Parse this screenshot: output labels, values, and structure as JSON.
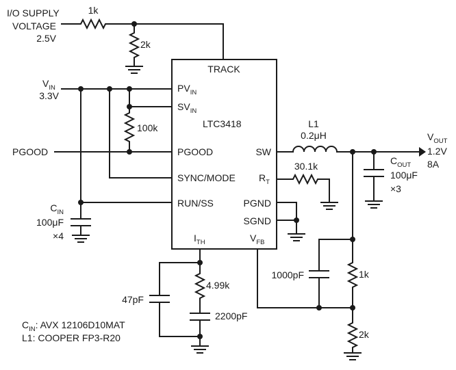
{
  "supply": {
    "line1": "I/O SUPPLY",
    "line2": "VOLTAGE",
    "line3": "2.5V"
  },
  "vin": {
    "main": "V",
    "sub": "IN",
    "value": "3.3V"
  },
  "pgood_net": "PGOOD",
  "ic": {
    "name": "LTC3418",
    "pins": {
      "track": "TRACK",
      "pvin": {
        "main": "PV",
        "sub": "IN"
      },
      "svin": {
        "main": "SV",
        "sub": "IN"
      },
      "pgood": "PGOOD",
      "sync": "SYNC/MODE",
      "run": "RUN/SS",
      "sw": "SW",
      "rt": {
        "main": "R",
        "sub": "T"
      },
      "pgnd": "PGND",
      "sgnd": "SGND",
      "ith": {
        "main": "I",
        "sub": "TH"
      },
      "vfb": {
        "main": "V",
        "sub": "FB"
      }
    }
  },
  "components": {
    "r_track": "1k",
    "r_track_gnd": "2k",
    "r_pgood": "100k",
    "inductor": {
      "ref": "L1",
      "value": "0.2μH"
    },
    "r_rt": "30.1k",
    "r_fb_top": "1k",
    "r_fb_bot": "2k",
    "c_ff": "1000pF",
    "r_comp": "4.99k",
    "c_comp": "2200pF",
    "c_comp2": "47pF",
    "cin": {
      "main": "C",
      "sub": "IN",
      "value": "100μF",
      "count": "×4"
    },
    "cout": {
      "main": "C",
      "sub": "OUT",
      "value": "100μF",
      "count": "×3"
    }
  },
  "vout": {
    "main": "V",
    "sub": "OUT",
    "voltage": "1.2V",
    "current": "8A"
  },
  "notes": {
    "cin": {
      "main": "C",
      "sub": "IN",
      "rest": ": AVX 12106D10MAT"
    },
    "l1": "L1: COOPER FP3-R20"
  }
}
